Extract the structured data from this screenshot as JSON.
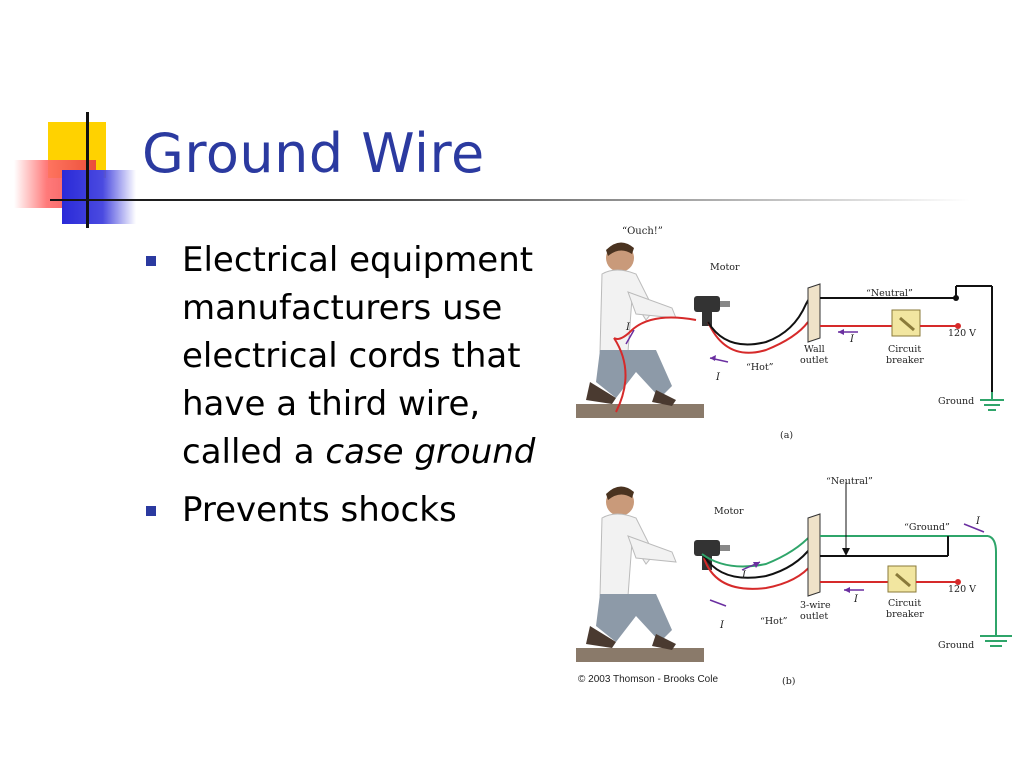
{
  "slide": {
    "title": "Ground Wire",
    "bullets": [
      {
        "text_plain": "Electrical equipment manufacturers use electrical cords that have a third wire, called a ",
        "text_em": "case ground"
      },
      {
        "text_plain": "Prevents shocks"
      }
    ],
    "colors": {
      "title": "#2b3aa0",
      "bullet_marker": "#2b3aa0",
      "hot_wire": "#d62a2a",
      "ground_wire": "#2fa56a",
      "neutral_wire": "#111111",
      "current_arrow": "#6a2fa0",
      "breaker": "#f2e6a0"
    }
  },
  "figure": {
    "panel_a": {
      "ouch": "“Ouch!”",
      "motor": "Motor",
      "neutral": "“Neutral”",
      "current_1": "I",
      "current_2": "I",
      "current_3": "I",
      "hot": "“Hot”",
      "wall_outlet_1": "Wall",
      "wall_outlet_2": "outlet",
      "circuit_breaker_1": "Circuit",
      "circuit_breaker_2": "breaker",
      "voltage": "120 V",
      "ground": "Ground",
      "caption": "(a)"
    },
    "panel_b": {
      "neutral": "“Neutral”",
      "motor": "Motor",
      "ground_quote": "“Ground”",
      "current_1": "I",
      "current_2": "I",
      "current_3": "I",
      "current_4": "I",
      "hot": "“Hot”",
      "outlet_1": "3-wire",
      "outlet_2": "outlet",
      "circuit_breaker_1": "Circuit",
      "circuit_breaker_2": "breaker",
      "voltage": "120 V",
      "ground": "Ground",
      "caption": "(b)"
    },
    "copyright": "© 2003 Thomson - Brooks Cole"
  }
}
